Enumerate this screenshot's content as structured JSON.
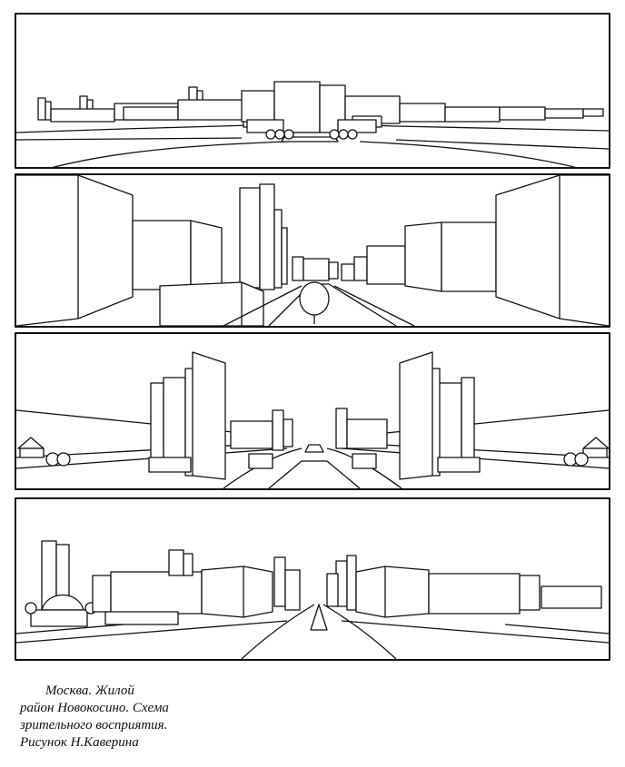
{
  "caption": {
    "line1": "Москва. Жилой",
    "line2": "район Новокосино. Схема",
    "line3": "зрительного восприятия.",
    "line4": "Рисунок Н.Каверина"
  },
  "colors": {
    "ink": "#111111",
    "paper": "#ffffff"
  }
}
